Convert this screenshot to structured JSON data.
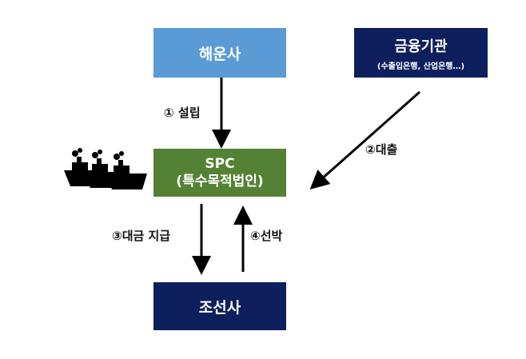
{
  "nodes": {
    "shipping": "해운사",
    "finance_title": "금융기관",
    "finance_sub": "(수출입은행, 산업은행…)",
    "spc_line1": "SPC",
    "spc_line2": "(특수목적법인)",
    "builder": "조선사"
  },
  "edges": {
    "establish": "① 설립",
    "loan": "②대출",
    "payment": "③대금 지급",
    "ship": "④선박"
  },
  "icons": {
    "ships": "cargo-ship-icon"
  },
  "colors": {
    "shipping": "#5b9bd5",
    "finance": "#0d1f5c",
    "spc": "#548235",
    "builder": "#0d1f5c"
  }
}
